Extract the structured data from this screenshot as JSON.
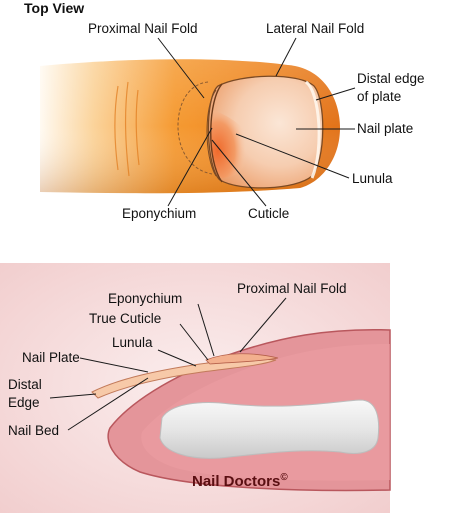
{
  "top_view": {
    "title": "Top View",
    "labels": {
      "proximal_nail_fold": "Proximal Nail Fold",
      "lateral_nail_fold": "Lateral Nail Fold",
      "distal_edge_line1": "Distal edge",
      "distal_edge_line2": "of plate",
      "nail_plate": "Nail plate",
      "lunula": "Lunula",
      "eponychium": "Eponychium",
      "cuticle": "Cuticle"
    }
  },
  "side_view": {
    "labels": {
      "eponychium": "Eponychium",
      "proximal_nail_fold": "Proximal Nail Fold",
      "true_cuticle": "True Cuticle",
      "lunula": "Lunula",
      "nail_plate": "Nail Plate",
      "distal_line1": "Distal",
      "distal_line2": "Edge",
      "nail_bed": "Nail Bed"
    },
    "brand": "Nail Doctors",
    "brand_mark": "©"
  },
  "colors": {
    "finger_orange": "#f08c1e",
    "finger_light": "#fde3b8",
    "nail_peach": "#f8d2b4",
    "lunula_orange": "#f27a3c",
    "panel_pink": "#f6dada",
    "tissue_pink": "#e29095",
    "bone_grey": "#e8e8e8"
  }
}
